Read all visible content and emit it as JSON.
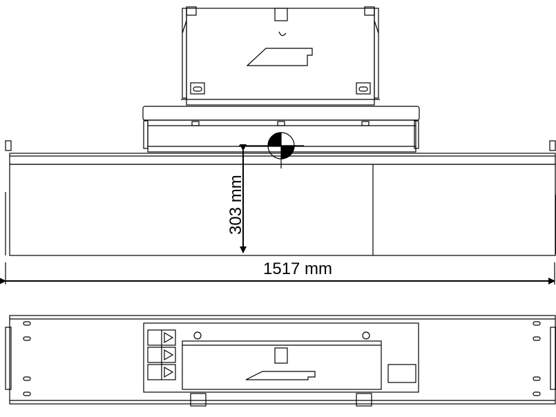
{
  "dimensions": {
    "width_label": "1517 mm",
    "height_label": "303 mm"
  },
  "views": [
    "side-elevation",
    "top-plan"
  ],
  "colors": {
    "line": "#000000",
    "background": "#ffffff"
  }
}
